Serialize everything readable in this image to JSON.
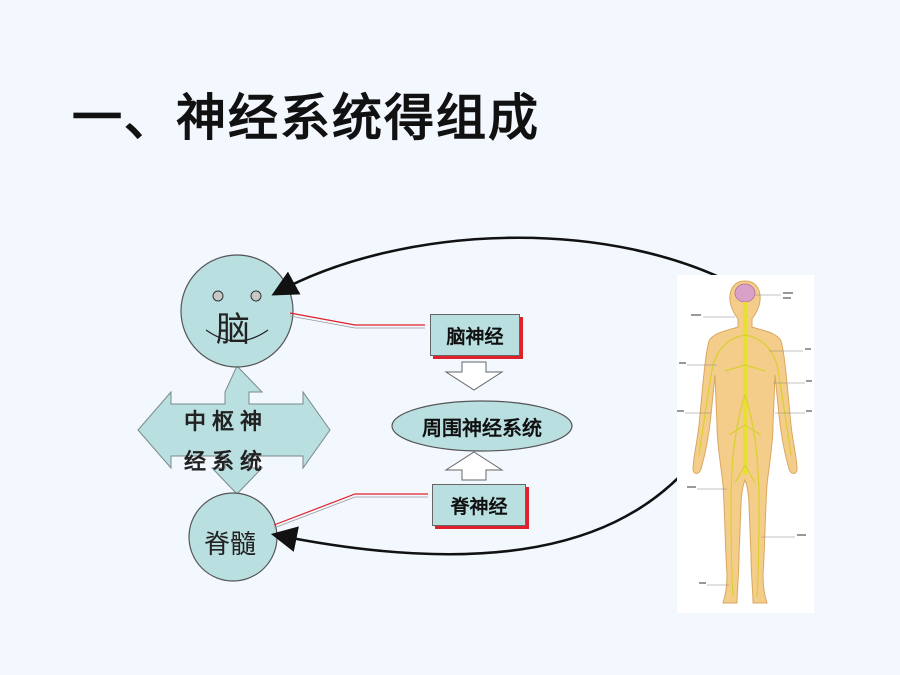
{
  "title": "一、神经系统得组成",
  "nodes": {
    "brain": "脑",
    "spinal_cord": "脊髓",
    "central_nervous_system": "中枢神经系统",
    "cranial_nerves": "脑神经",
    "spinal_nerves": "脊神经",
    "peripheral_nervous_system": "周围神经系统"
  },
  "colors": {
    "node_fill": "#b9dfe0",
    "link_line": "#e0202a",
    "arrow": "#111111"
  }
}
